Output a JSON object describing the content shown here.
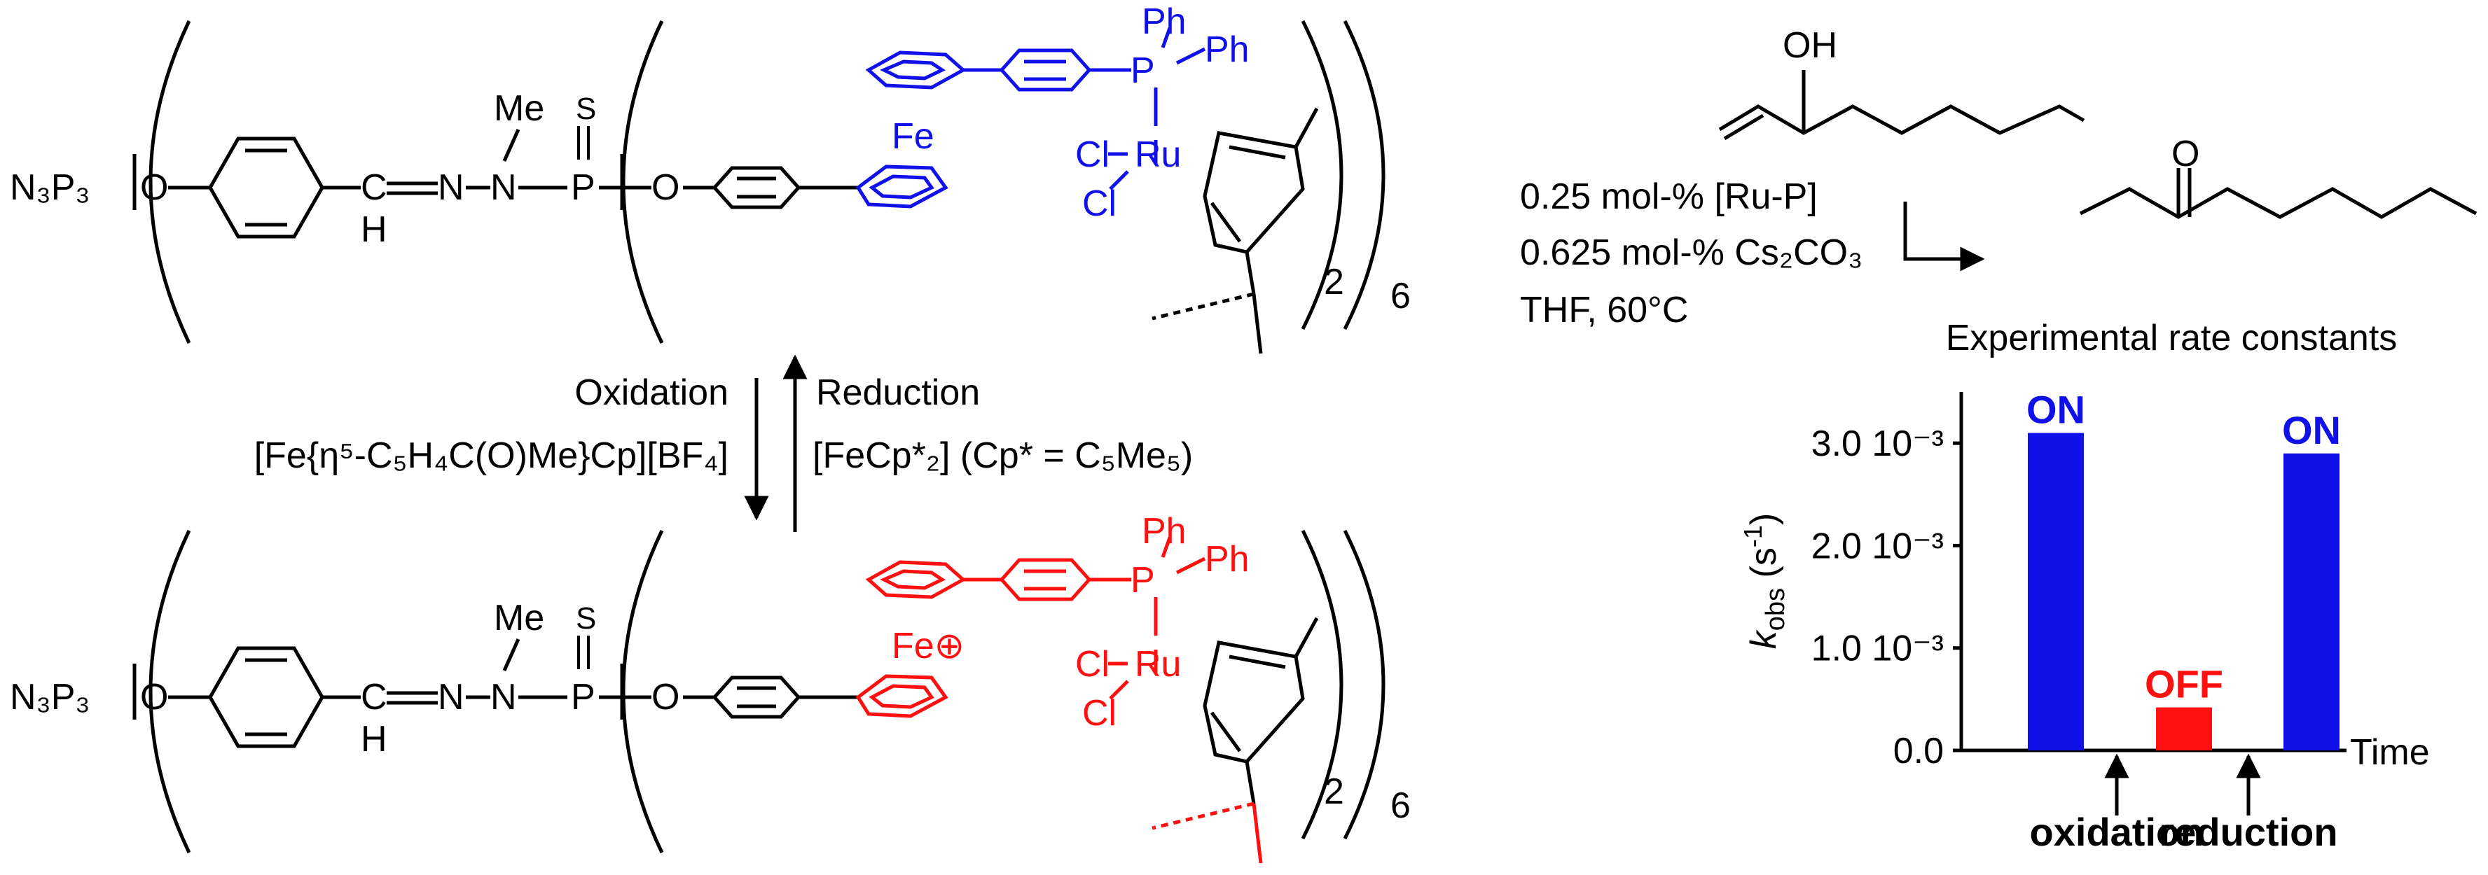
{
  "colors": {
    "reduced": "#1010e8",
    "oxidized": "#ff1010",
    "black": "#000000"
  },
  "structure": {
    "core": "N₃P₃",
    "o_link": "O",
    "ch": "C",
    "h": "H",
    "n1": "N",
    "n2": "N",
    "me": "Me",
    "p": "P",
    "s": "S",
    "o_link2": "O",
    "fe": "Fe",
    "fe_plus": "Fe⊕",
    "ph1": "Ph",
    "ph2": "Ph",
    "p_ru": "P",
    "cl1": "Cl",
    "ru": "Ru",
    "cl2": "Cl",
    "sub2": "2",
    "sub6": "6"
  },
  "equilibrium": {
    "oxidation_label": "Oxidation",
    "oxidant": "[Fe{η⁵-C₅H₄C(O)Me}Cp][BF₄]",
    "reduction_label": "Reduction",
    "reductant": "[FeCp*₂] (Cp* = C₅Me₅)"
  },
  "reaction": {
    "substrate_oh": "OH",
    "conditions": [
      "0.25 mol-% [Ru-P]",
      "0.625 mol-% Cs₂CO₃",
      "THF, 60°C"
    ],
    "product_o": "O"
  },
  "chart_data": {
    "type": "bar",
    "title": "Experimental rate constants",
    "ylabel": "k_obs (s⁻¹)",
    "xlabel": "Time",
    "ylim": [
      0,
      3.5
    ],
    "y_unit_note": "×10⁻³",
    "yticks": [
      {
        "value": 0.0,
        "label": "0.0"
      },
      {
        "value": 1.0,
        "label": "1.0 10⁻³"
      },
      {
        "value": 2.0,
        "label": "2.0 10⁻³"
      },
      {
        "value": 3.0,
        "label": "3.0 10⁻³"
      }
    ],
    "bars": [
      {
        "label": "ON",
        "value": 3.1,
        "state": "reduced"
      },
      {
        "label": "OFF",
        "value": 0.42,
        "state": "oxidized"
      },
      {
        "label": "ON",
        "value": 2.9,
        "state": "reduced"
      }
    ],
    "events": [
      "oxidation",
      "reduction"
    ],
    "grid": false
  }
}
